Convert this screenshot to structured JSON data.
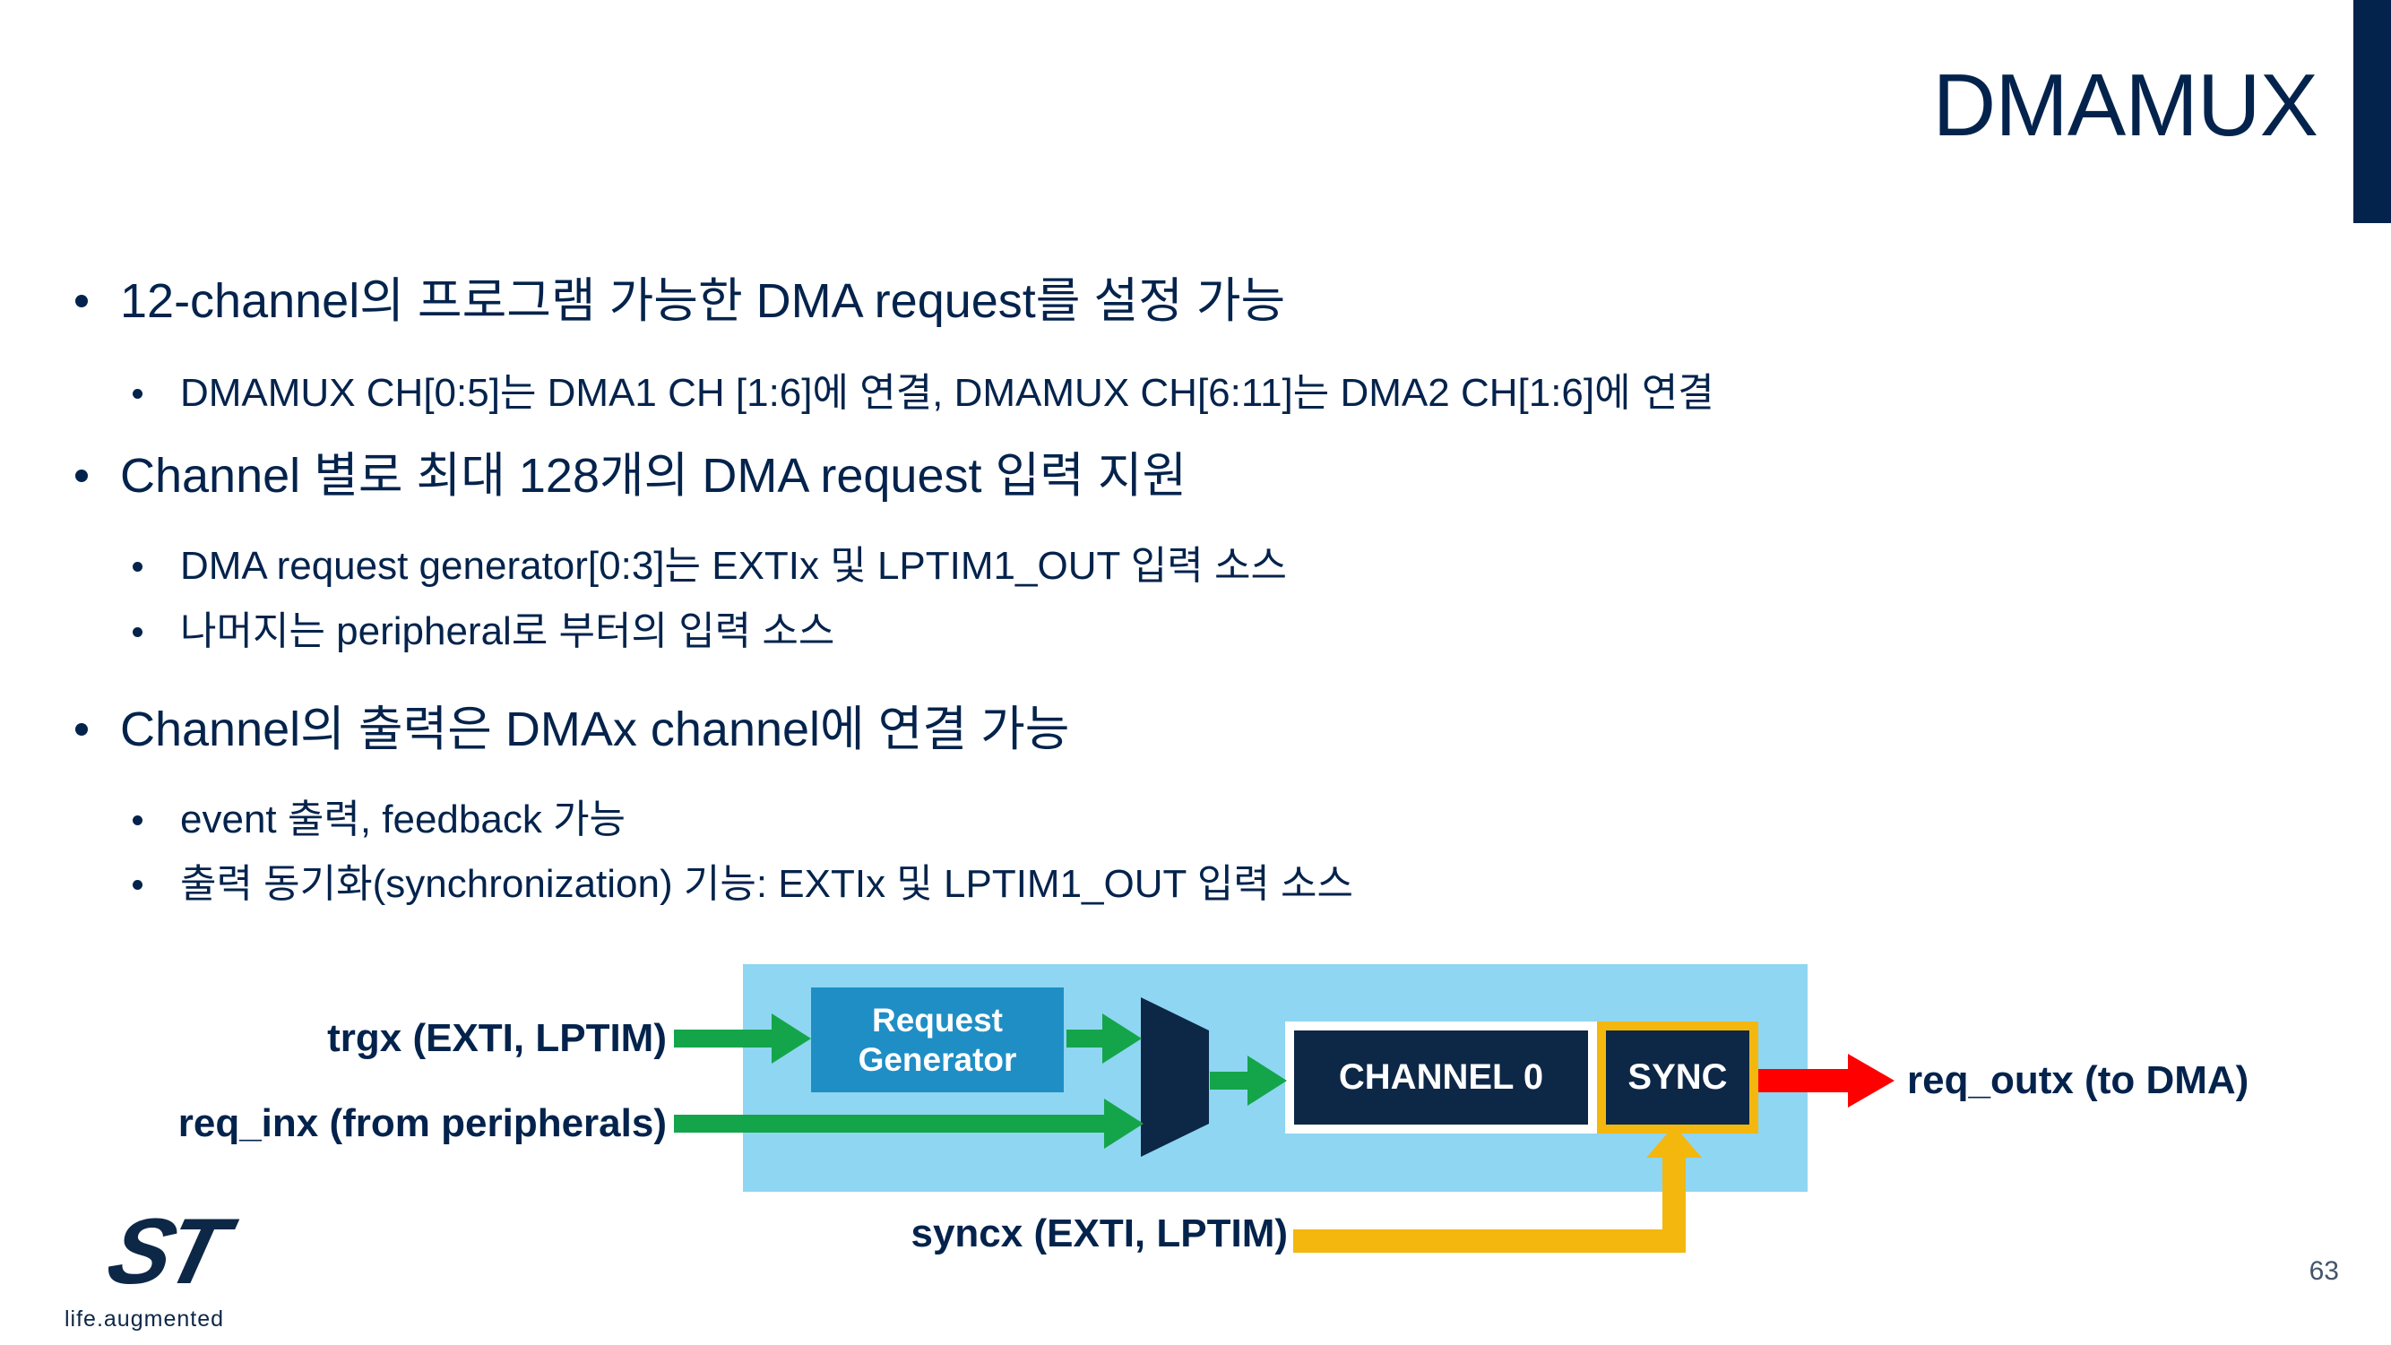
{
  "slide": {
    "title": "DMAMUX",
    "page_number": "63"
  },
  "bullets": [
    {
      "level": 1,
      "text": "12-channel의 프로그램 가능한 DMA request를 설정 가능"
    },
    {
      "level": 2,
      "text": "DMAMUX CH[0:5]는 DMA1 CH [1:6]에 연결, DMAMUX CH[6:11]는 DMA2 CH[1:6]에 연결"
    },
    {
      "level": 1,
      "text": "Channel 별로 최대 128개의 DMA request 입력 지원"
    },
    {
      "level": 2,
      "text": "DMA request generator[0:3]는 EXTIx 및 LPTIM1_OUT 입력 소스"
    },
    {
      "level": 2,
      "text": "나머지는 peripheral로 부터의 입력 소스"
    },
    {
      "level": 1,
      "text": "Channel의 출력은 DMAx channel에 연결 가능"
    },
    {
      "level": 2,
      "text": "event 출력, feedback 가능"
    },
    {
      "level": 2,
      "text": "출력 동기화(synchronization) 기능: EXTIx 및 LPTIM1_OUT 입력 소스"
    }
  ],
  "diagram": {
    "blocks": {
      "request_generator_line1": "Request",
      "request_generator_line2": "Generator",
      "channel0": "CHANNEL 0",
      "sync": "SYNC"
    },
    "labels": {
      "trgx": "trgx (EXTI, LPTIM)",
      "req_inx": "req_inx (from peripherals)",
      "syncx": "syncx (EXTI, LPTIM)",
      "req_outx": "req_outx (to DMA)"
    },
    "colors": {
      "navy": "#04234C",
      "block_navy": "#0D2747",
      "light_blue": "#8FD6F2",
      "generator_blue": "#1F8EC5",
      "green": "#14A54A",
      "red": "#FE0000",
      "yellow": "#F3B70E",
      "page_number_gray": "#44546A"
    }
  },
  "footer": {
    "logo_text": "ST",
    "tagline": "life.augmented"
  }
}
